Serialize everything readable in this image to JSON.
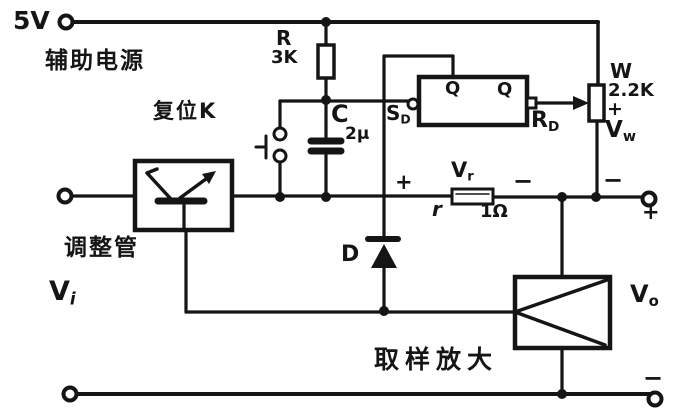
{
  "colors": {
    "background": "#ffffff",
    "ink": "#151515"
  },
  "labels": {
    "supply_voltage": "5V",
    "aux_power": "辅助电源",
    "reset_switch": "复位K",
    "resistor_name": "R",
    "resistor_value": "3K",
    "capacitor_name": "C",
    "capacitor_value": "2μ",
    "sd_main": "S",
    "sd_sub": "D",
    "ff_q": "Q",
    "ff_qbar": "Q",
    "rd_main": "R",
    "rd_sub": "D",
    "pot_name": "W",
    "pot_value": "2.2K",
    "pot_plus": "+",
    "vw_main": "V",
    "vw_sub": "w",
    "vr_main": "V",
    "vr_sub": "r",
    "sense_name": "r",
    "sense_value": "1Ω",
    "plus_in": "+",
    "minus_after_sense": "−",
    "minus_pot": "−",
    "plus_output": "+",
    "diode_name": "D",
    "pass_transistor": "调整管",
    "vi_main": "V",
    "vi_sub": "i",
    "vo_main": "V",
    "vo_sub": "o",
    "sampling_amp": "取样放大",
    "minus_bottom": "−"
  }
}
